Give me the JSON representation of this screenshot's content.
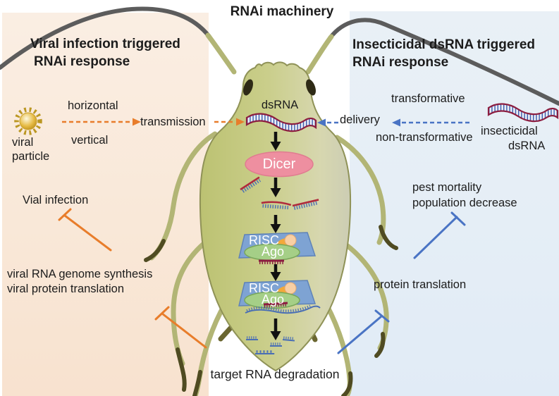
{
  "figure": {
    "title": "RNAi machinery"
  },
  "left_panel": {
    "title_line1": "Viral infection triggered",
    "title_line2": "RNAi response",
    "viral_particle_line1": "viral",
    "viral_particle_line2": "particle",
    "horizontal_label": "horizontal",
    "vertical_label": "vertical",
    "transmission_label": "transmission",
    "vial_infection_label": "Vial infection",
    "outcome_line1": "viral RNA genome synthesis",
    "outcome_line2": "viral protein translation"
  },
  "right_panel": {
    "title_line1": "Insecticidal dsRNA triggered",
    "title_line2": "RNAi response",
    "transformative_label": "transformative",
    "non_transformative_label": "non-transformative",
    "delivery_label": "delivery",
    "insecticidal_dsrna_line1": "insecticidal",
    "insecticidal_dsrna_line2": "dsRNA",
    "mortality_line1": "pest mortality",
    "mortality_line2": "population decrease",
    "protein_translation_label": "protein translation"
  },
  "pathway": {
    "dsrna_label": "dsRNA",
    "dicer_label": "Dicer",
    "risc_label": "RISC",
    "ago_label": "Ago",
    "degradation_label": "target RNA degradation"
  },
  "icons": {
    "viral_particle": "virus-particle-icon",
    "center_dsrna": "dsrna-duplex-icon",
    "insecticidal_dsrna": "dsrna-duplex-icon",
    "aphid": "aphid-illustration"
  },
  "colors": {
    "left_panel_bg": "#f9ecdd",
    "right_panel_bg": "#e7eef5",
    "left_accent_orange": "#e87d2b",
    "right_accent_blue": "#4a74c4",
    "dicer_pink": "#ee8fa0",
    "risc_blue": "#7ea3d3",
    "ago_green": "#a5cf87",
    "aphid_body_green": "#c6ca81",
    "rna_strand_red": "#8c1d40",
    "rna_rung_blue": "#3f5fae",
    "pathway_arrow_black": "#111111"
  }
}
